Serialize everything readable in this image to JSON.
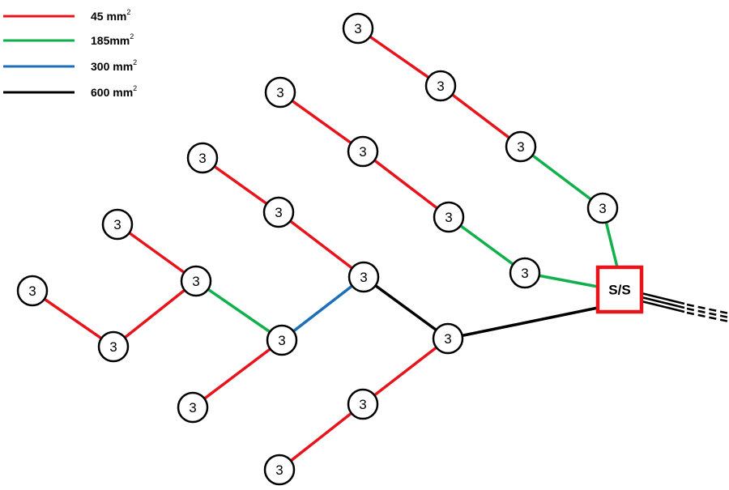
{
  "legend": {
    "items": [
      {
        "text": "45  mm",
        "sup": "2",
        "color": "#e8141b"
      },
      {
        "text": "185mm",
        "sup": "2",
        "color": "#12b04c"
      },
      {
        "text": "300  mm",
        "sup": "2",
        "color": "#1c6fb8"
      },
      {
        "text": "600  mm",
        "sup": "2",
        "color": "#000000"
      }
    ]
  },
  "substation": {
    "label": "S/S",
    "border_color": "#e8141b"
  },
  "node_label": "3",
  "nodes": [
    "n1",
    "n2",
    "n3",
    "n4",
    "n5",
    "n6",
    "n7",
    "n8",
    "n9",
    "n10",
    "n11",
    "n12",
    "n13",
    "n14",
    "n15",
    "n16",
    "n17",
    "n18",
    "n19",
    "n20",
    "n21"
  ],
  "edges": [
    {
      "from": "n1",
      "to": "n2",
      "cable": "45  mm"
    },
    {
      "from": "n2",
      "to": "n3",
      "cable": "45  mm"
    },
    {
      "from": "n3",
      "to": "n4",
      "cable": "185mm"
    },
    {
      "from": "n4",
      "to": "ss",
      "cable": "185mm"
    },
    {
      "from": "n5",
      "to": "n6",
      "cable": "45  mm"
    },
    {
      "from": "n6",
      "to": "n7",
      "cable": "45  mm"
    },
    {
      "from": "n7",
      "to": "n8",
      "cable": "185mm"
    },
    {
      "from": "n8",
      "to": "ss",
      "cable": "185mm"
    },
    {
      "from": "n9",
      "to": "n10",
      "cable": "45  mm"
    },
    {
      "from": "n10",
      "to": "n11",
      "cable": "45  mm"
    },
    {
      "from": "n11",
      "to": "n12",
      "cable": "300  mm"
    },
    {
      "from": "n11",
      "to": "n13",
      "cable": "600  mm"
    },
    {
      "from": "n13",
      "to": "ss",
      "cable": "600  mm"
    },
    {
      "from": "n14",
      "to": "n15",
      "cable": "45  mm"
    },
    {
      "from": "n15",
      "to": "n12",
      "cable": "185mm"
    },
    {
      "from": "n16",
      "to": "n17",
      "cable": "45  mm"
    },
    {
      "from": "n17",
      "to": "n15",
      "cable": "45  mm"
    },
    {
      "from": "n18",
      "to": "n12",
      "cable": "45  mm"
    },
    {
      "from": "n13",
      "to": "n19",
      "cable": "45  mm"
    },
    {
      "from": "n19",
      "to": "n20",
      "cable": "45  mm"
    }
  ]
}
